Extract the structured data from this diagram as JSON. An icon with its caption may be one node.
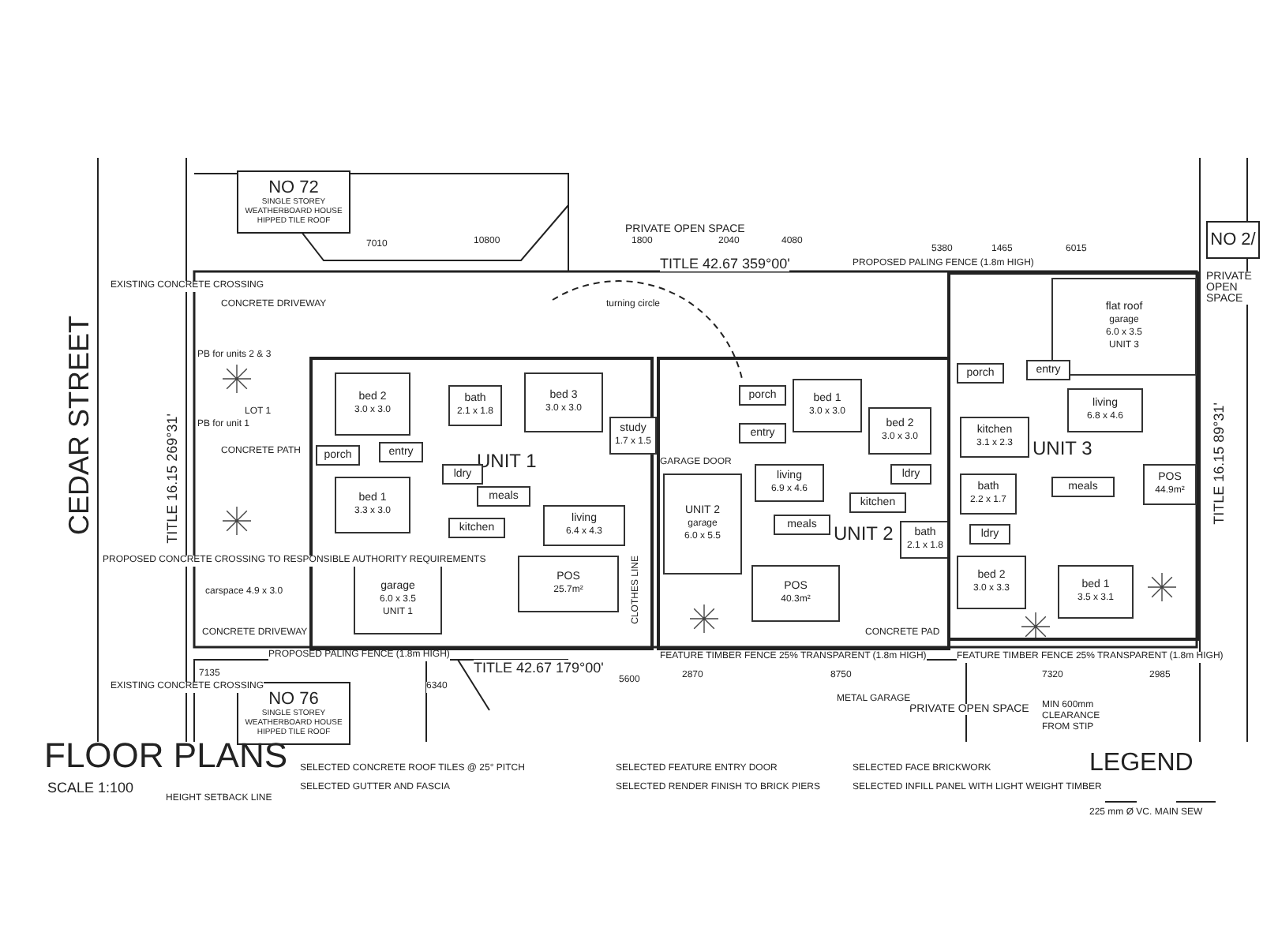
{
  "diagram": {
    "title": "FLOOR PLANS",
    "nodes": [
      {
        "text": [
          "NO 72",
          "SINGLE STOREY WEATHERBOARD HOUSE HIPPED TILE ROOF"
        ]
      },
      {
        "text": [
          "NO 76",
          "SINGLE STOREY WEATHERBOARD HOUSE HIPPED TILE ROOF"
        ]
      },
      {
        "text": [
          "NO 2/"
        ]
      },
      {
        "text": [
          "UNIT 1"
        ]
      },
      {
        "text": [
          "bed 2",
          "3.0 x 3.0"
        ],
        "in": 3
      },
      {
        "text": [
          "bath",
          "2.1 x 1.8"
        ],
        "in": 3
      },
      {
        "text": [
          "bed 3",
          "3.0 x 3.0"
        ],
        "in": 3
      },
      {
        "text": [
          "study",
          "1.7 x 1.5"
        ],
        "in": 3
      },
      {
        "text": [
          "porch"
        ],
        "in": 3
      },
      {
        "text": [
          "entry"
        ],
        "in": 3
      },
      {
        "text": [
          "ldry"
        ],
        "in": 3
      },
      {
        "text": [
          "bed 1",
          "3.3 x 3.0"
        ],
        "in": 3
      },
      {
        "text": [
          "meals"
        ],
        "in": 3
      },
      {
        "text": [
          "kitchen"
        ],
        "in": 3
      },
      {
        "text": [
          "living",
          "6.4 x 4.3"
        ],
        "in": 3
      },
      {
        "text": [
          "garage",
          "6.0 x 3.5",
          "UNIT 1"
        ],
        "in": 3
      },
      {
        "text": [
          "POS",
          "25.7m²"
        ],
        "in": 3
      },
      {
        "text": [
          "UNIT 2"
        ]
      },
      {
        "text": [
          "porch"
        ],
        "in": 17
      },
      {
        "text": [
          "bed 1",
          "3.0 x 3.0"
        ],
        "in": 17
      },
      {
        "text": [
          "entry"
        ],
        "in": 17
      },
      {
        "text": [
          "bed 2",
          "3.0 x 3.0"
        ],
        "in": 17
      },
      {
        "text": [
          "UNIT 2",
          "garage",
          "6.0 x 5.5"
        ],
        "in": 17
      },
      {
        "text": [
          "living",
          "6.9 x 4.6"
        ],
        "in": 17
      },
      {
        "text": [
          "ldry"
        ],
        "in": 17
      },
      {
        "text": [
          "kitchen"
        ],
        "in": 17
      },
      {
        "text": [
          "meals"
        ],
        "in": 17
      },
      {
        "text": [
          "bath",
          "2.1 x 1.8"
        ],
        "in": 17
      },
      {
        "text": [
          "POS",
          "40.3m²"
        ],
        "in": 17
      },
      {
        "text": [
          "UNIT 3"
        ]
      },
      {
        "text": [
          "flat roof",
          "garage",
          "6.0 x 3.5",
          "UNIT 3"
        ],
        "in": 29
      },
      {
        "text": [
          "porch"
        ],
        "in": 29
      },
      {
        "text": [
          "entry"
        ],
        "in": 29
      },
      {
        "text": [
          "living",
          "6.8 x 4.6"
        ],
        "in": 29
      },
      {
        "text": [
          "kitchen",
          "3.1 x 2.3"
        ],
        "in": 29
      },
      {
        "text": [
          "bath",
          "2.2 x 1.7"
        ],
        "in": 29
      },
      {
        "text": [
          "meals"
        ],
        "in": 29
      },
      {
        "text": [
          "POS",
          "44.9m²"
        ],
        "in": 29
      },
      {
        "text": [
          "ldry"
        ],
        "in": 29
      },
      {
        "text": [
          "bed 2",
          "3.0 x 3.3"
        ],
        "in": 29
      },
      {
        "text": [
          "bed 1",
          "3.5 x 3.1"
        ],
        "in": 29
      }
    ],
    "edges": [],
    "labels": [
      "PRIVATE OPEN SPACE",
      "PRIVATE OPEN SPACE",
      "PRIVATE OPEN SPACE",
      "TITLE 42.67 359°00'",
      "TITLE 42.67 179°00'",
      "TITLE 16.15 269°31'",
      "TITLE 16.15 89°31'",
      "CEDAR STREET",
      "CONCRETE DRIVEWAY",
      "CONCRETE DRIVEWAY",
      "CONCRETE PATH",
      "LOT 1",
      "carspace 4.9 x 3.0",
      "PB for units 2 & 3",
      "PB for unit 1",
      "EXISTING CONCRETE CROSSING",
      "PROPOSED CONCRETE CROSSING TO RESPONSIBLE AUTHORITY REQUIREMENTS",
      "EXISTING CONCRETE CROSSING",
      "PROPOSED PALING FENCE (1.8m HIGH)",
      "PROPOSED PALING FENCE (1.8m HIGH)",
      "FEATURE TIMBER FENCE 25% TRANSPARENT (1.8m HIGH)",
      "FEATURE TIMBER FENCE 25% TRANSPARENT (1.8m HIGH)",
      "METAL GARAGE",
      "MIN 600mm CLEARANCE FROM STIP",
      "GARAGE DOOR",
      "CLOTHES LINE",
      "CONCRETE PAD",
      "turning circle",
      "SCALE 1:100",
      "LEGEND",
      "HEIGHT SETBACK LINE",
      "SELECTED CONCRETE ROOF TILES @ 25° PITCH",
      "SELECTED GUTTER AND FASCIA",
      "SELECTED FEATURE ENTRY DOOR",
      "SELECTED RENDER FINISH TO BRICK PIERS",
      "SELECTED FACE BRICKWORK",
      "SELECTED INFILL PANEL WITH LIGHT WEIGHT TIMBER",
      "7010",
      "10800",
      "1800",
      "2040",
      "4080",
      "5380",
      "1465",
      "6015",
      "7135",
      "6340",
      "5600",
      "2870",
      "8750",
      "7320",
      "2985"
    ],
    "legend": [
      {
        "text": "225 mm Ø VC. MAIN SEW"
      }
    ]
  }
}
